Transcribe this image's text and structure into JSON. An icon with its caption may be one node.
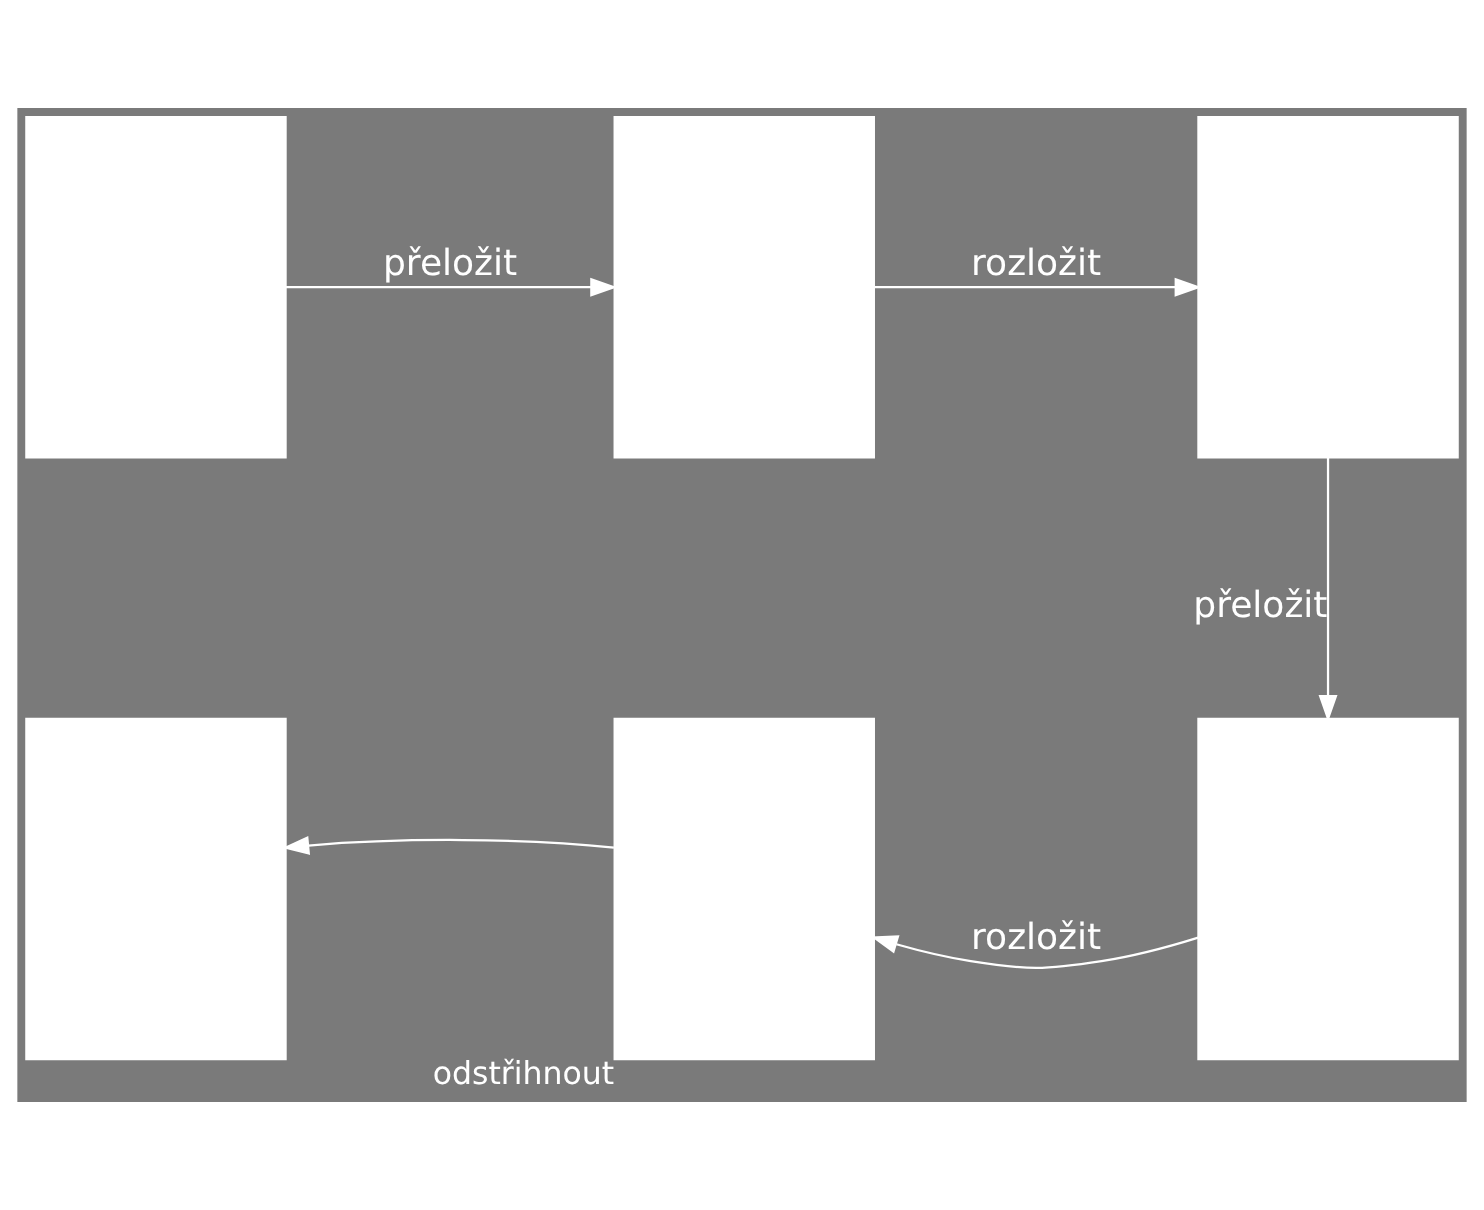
{
  "diagram": {
    "nodes": [
      {
        "text": [],
        "shape": "box"
      },
      {
        "text": [],
        "shape": "box"
      },
      {
        "text": [],
        "shape": "box"
      },
      {
        "text": [],
        "shape": "box"
      },
      {
        "text": [],
        "shape": "box",
        "beside": [
          "odstřihnout"
        ]
      },
      {
        "text": [],
        "shape": "box"
      }
    ],
    "edges": [
      {
        "from": 0,
        "to": 1,
        "arrow": "to",
        "label": "přeložit"
      },
      {
        "from": 1,
        "to": 2,
        "arrow": "to",
        "label": "rozložit"
      },
      {
        "from": 2,
        "to": 5,
        "arrow": "to",
        "label": "přeložit"
      },
      {
        "from": 5,
        "to": 4,
        "arrow": "to",
        "label": "rozložit"
      },
      {
        "from": 4,
        "to": 3,
        "arrow": "to"
      }
    ]
  }
}
